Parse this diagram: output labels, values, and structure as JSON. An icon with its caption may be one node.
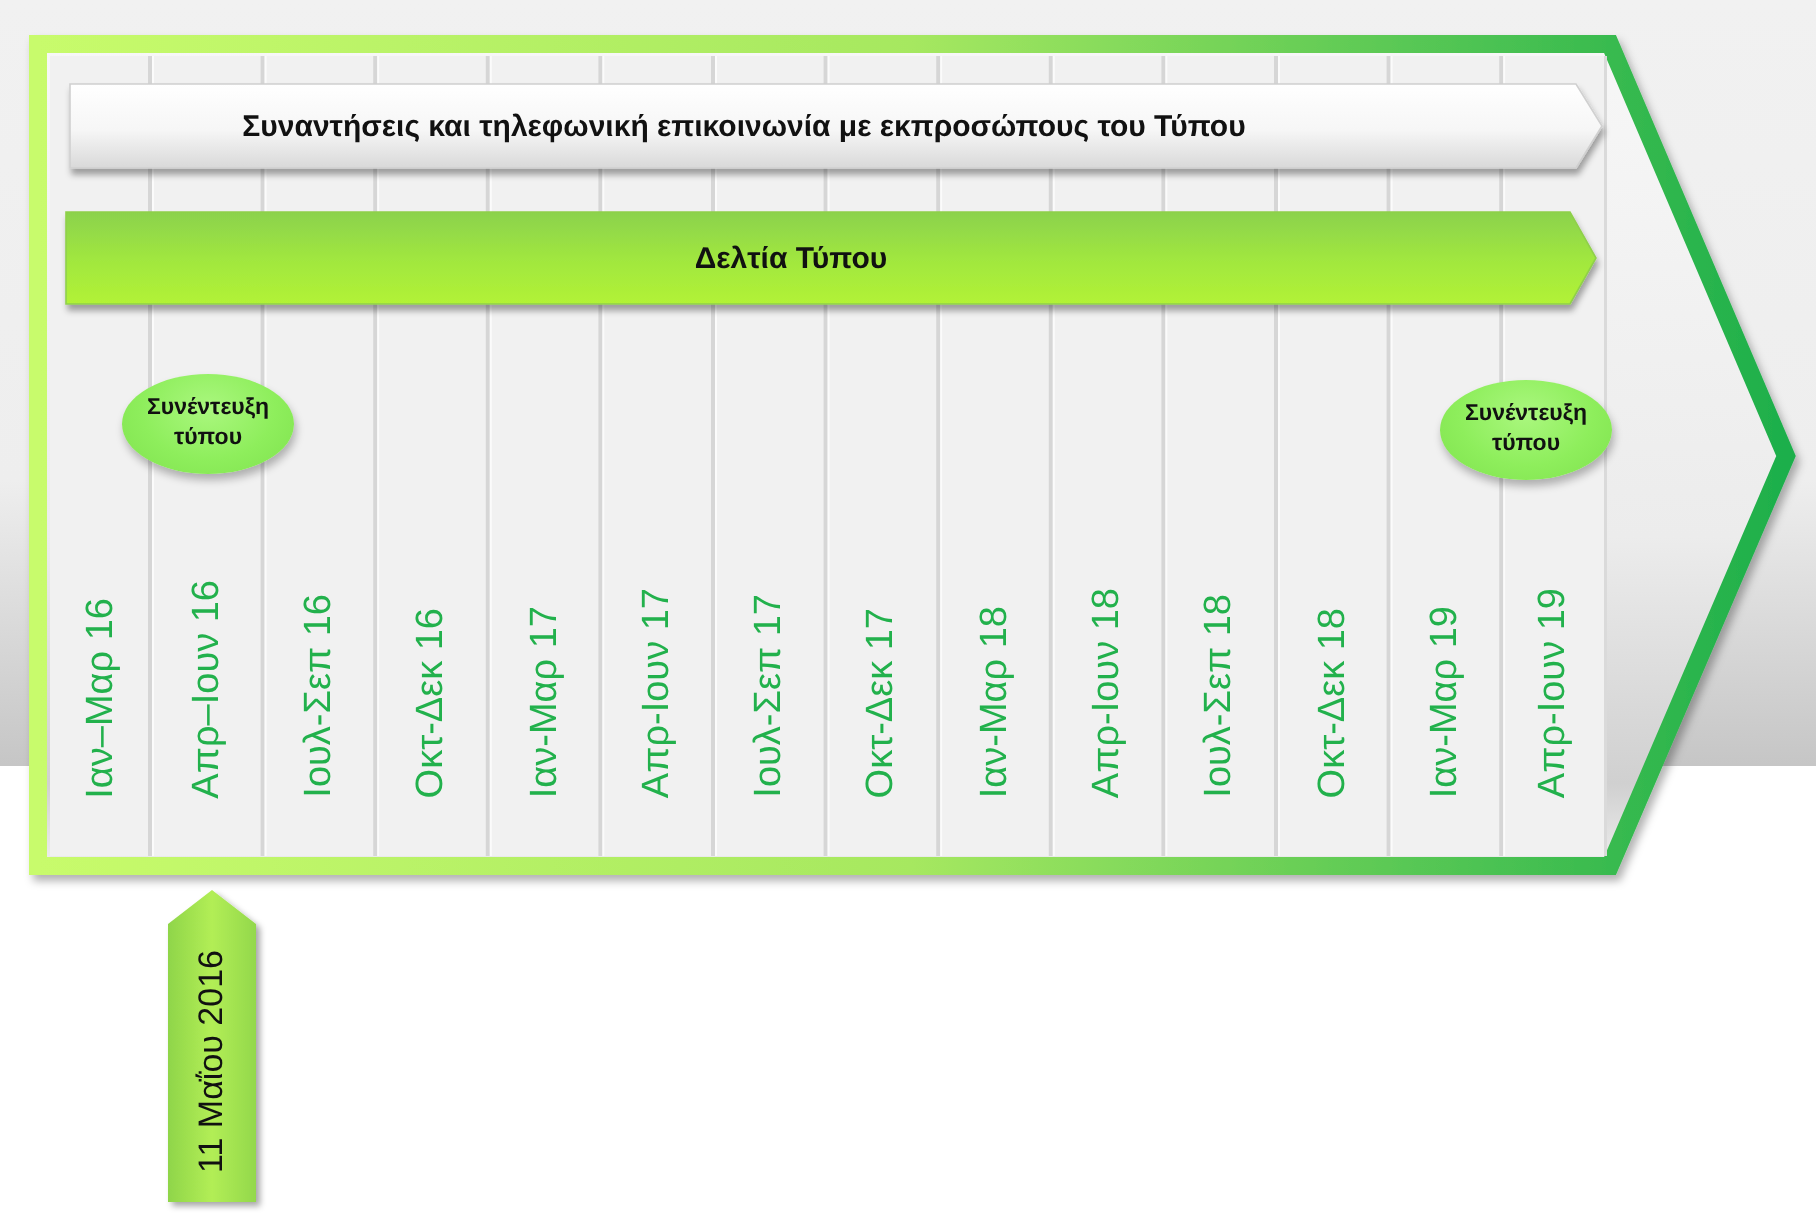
{
  "diagram": {
    "nodes": [
      {
        "text": [],
        "shape": "arrow"
      },
      {
        "text": [
          "Συναντήσεις και τηλεφωνική επικοινωνία με εκπροσώπους του Τύπου"
        ],
        "in": 0
      },
      {
        "text": [
          "Δελτία Τύπου"
        ],
        "in": 0
      },
      {
        "text": [
          "Συνέντευξη τύπου"
        ],
        "in": 0
      },
      {
        "text": [
          "Συνέντευξη τύπου"
        ],
        "in": 0
      },
      {
        "text": [
          "11 Μαΐου 2016"
        ]
      }
    ],
    "labels": [
      "Ιαν–Μαρ 16",
      "Απρ–Ιουν 16",
      "Ιουλ-Σεπ 16",
      "Οκτ-Δεκ 16",
      "Ιαν-Μαρ 17",
      "Απρ-Ιουν 17",
      "Ιουλ-Σεπ 17",
      "Οκτ-Δεκ 17",
      "Ιαν-Μαρ 18",
      "Απρ-Ιουν 18",
      "Ιουλ-Σεπ 18",
      "Οκτ-Δεκ 18",
      "Ιαν-Μαρ 19",
      "Απρ-Ιουν 19"
    ]
  }
}
